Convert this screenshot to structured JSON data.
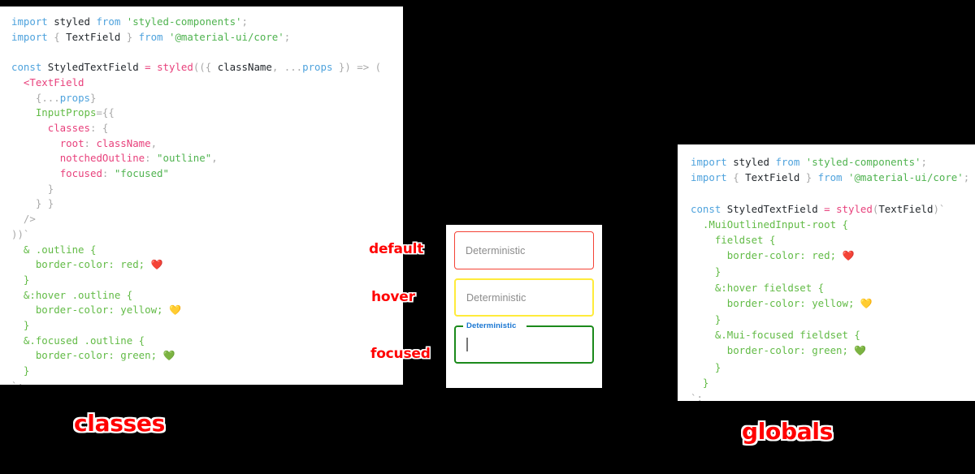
{
  "panels": {
    "classes": {
      "caption": "classes",
      "lines": [
        [
          {
            "t": "import ",
            "c": "kw"
          },
          {
            "t": "styled",
            "c": "id"
          },
          {
            "t": " from ",
            "c": "kw"
          },
          {
            "t": "'styled-components'",
            "c": "str"
          },
          {
            "t": ";",
            "c": "punc"
          }
        ],
        [
          {
            "t": "import ",
            "c": "kw"
          },
          {
            "t": "{",
            "c": "punc"
          },
          {
            "t": " TextField ",
            "c": "id"
          },
          {
            "t": "}",
            "c": "punc"
          },
          {
            "t": " from ",
            "c": "kw"
          },
          {
            "t": "'@material-ui/core'",
            "c": "str"
          },
          {
            "t": ";",
            "c": "punc"
          }
        ],
        [],
        [
          {
            "t": "const ",
            "c": "kw"
          },
          {
            "t": "StyledTextField",
            "c": "id"
          },
          {
            "t": " ",
            "c": "punc"
          },
          {
            "t": "=",
            "c": "op"
          },
          {
            "t": " ",
            "c": "punc"
          },
          {
            "t": "styled",
            "c": "fn"
          },
          {
            "t": "((",
            "c": "punc"
          },
          {
            "t": "{ ",
            "c": "punc"
          },
          {
            "t": "className",
            "c": "id"
          },
          {
            "t": ", ",
            "c": "punc"
          },
          {
            "t": "...",
            "c": "punc"
          },
          {
            "t": "props",
            "c": "prop"
          },
          {
            "t": " }) ",
            "c": "punc"
          },
          {
            "t": "=>",
            "c": "punc"
          },
          {
            "t": " (",
            "c": "punc"
          }
        ],
        [
          {
            "t": "  ",
            "c": "punc"
          },
          {
            "t": "<TextField",
            "c": "fn"
          }
        ],
        [
          {
            "t": "    ",
            "c": "punc"
          },
          {
            "t": "{",
            "c": "punc"
          },
          {
            "t": "...",
            "c": "punc"
          },
          {
            "t": "props",
            "c": "prop"
          },
          {
            "t": "}",
            "c": "punc"
          }
        ],
        [
          {
            "t": "    ",
            "c": "punc"
          },
          {
            "t": "InputProps",
            "c": "attr"
          },
          {
            "t": "=",
            "c": "punc"
          },
          {
            "t": "{{",
            "c": "punc"
          }
        ],
        [
          {
            "t": "      ",
            "c": "punc"
          },
          {
            "t": "classes",
            "c": "key"
          },
          {
            "t": ": ",
            "c": "punc"
          },
          {
            "t": "{",
            "c": "punc"
          }
        ],
        [
          {
            "t": "        ",
            "c": "punc"
          },
          {
            "t": "root",
            "c": "key"
          },
          {
            "t": ": ",
            "c": "punc"
          },
          {
            "t": "className",
            "c": "key"
          },
          {
            "t": ",",
            "c": "punc"
          }
        ],
        [
          {
            "t": "        ",
            "c": "punc"
          },
          {
            "t": "notchedOutline",
            "c": "key"
          },
          {
            "t": ": ",
            "c": "punc"
          },
          {
            "t": "\"outline\"",
            "c": "str"
          },
          {
            "t": ",",
            "c": "punc"
          }
        ],
        [
          {
            "t": "        ",
            "c": "punc"
          },
          {
            "t": "focused",
            "c": "key"
          },
          {
            "t": ": ",
            "c": "punc"
          },
          {
            "t": "\"focused\"",
            "c": "str"
          }
        ],
        [
          {
            "t": "      }",
            "c": "punc"
          }
        ],
        [
          {
            "t": "    } }",
            "c": "punc"
          }
        ],
        [
          {
            "t": "  />",
            "c": "punc"
          }
        ],
        [
          {
            "t": "))`",
            "c": "punc"
          }
        ],
        [
          {
            "t": "  & .outline {",
            "c": "css"
          }
        ],
        [
          {
            "t": "    border-color: red; ",
            "c": "css"
          },
          {
            "t": "❤️",
            "c": "emoji"
          }
        ],
        [
          {
            "t": "  }",
            "c": "css"
          }
        ],
        [
          {
            "t": "  &:hover .outline {",
            "c": "css"
          }
        ],
        [
          {
            "t": "    border-color: yellow; ",
            "c": "css"
          },
          {
            "t": "💛",
            "c": "emoji"
          }
        ],
        [
          {
            "t": "  }",
            "c": "css"
          }
        ],
        [
          {
            "t": "  &.focused .outline {",
            "c": "css"
          }
        ],
        [
          {
            "t": "    border-color: green; ",
            "c": "css"
          },
          {
            "t": "💚",
            "c": "emoji"
          }
        ],
        [
          {
            "t": "  }",
            "c": "css"
          }
        ],
        [
          {
            "t": "`;",
            "c": "punc"
          }
        ]
      ]
    },
    "globals": {
      "caption": "globals",
      "lines": [
        [
          {
            "t": "import ",
            "c": "kw"
          },
          {
            "t": "styled",
            "c": "id"
          },
          {
            "t": " from ",
            "c": "kw"
          },
          {
            "t": "'styled-components'",
            "c": "str"
          },
          {
            "t": ";",
            "c": "punc"
          }
        ],
        [
          {
            "t": "import ",
            "c": "kw"
          },
          {
            "t": "{",
            "c": "punc"
          },
          {
            "t": " TextField ",
            "c": "id"
          },
          {
            "t": "}",
            "c": "punc"
          },
          {
            "t": " from ",
            "c": "kw"
          },
          {
            "t": "'@material-ui/core'",
            "c": "str"
          },
          {
            "t": ";",
            "c": "punc"
          }
        ],
        [],
        [
          {
            "t": "const ",
            "c": "kw"
          },
          {
            "t": "StyledTextField",
            "c": "id"
          },
          {
            "t": " ",
            "c": "punc"
          },
          {
            "t": "=",
            "c": "op"
          },
          {
            "t": " ",
            "c": "punc"
          },
          {
            "t": "styled",
            "c": "fn"
          },
          {
            "t": "(",
            "c": "punc"
          },
          {
            "t": "TextField",
            "c": "id"
          },
          {
            "t": ")`",
            "c": "punc"
          }
        ],
        [
          {
            "t": "  .MuiOutlinedInput-root {",
            "c": "css"
          }
        ],
        [
          {
            "t": "    fieldset {",
            "c": "css"
          }
        ],
        [
          {
            "t": "      border-color: red; ",
            "c": "css"
          },
          {
            "t": "❤️",
            "c": "emoji"
          }
        ],
        [
          {
            "t": "    }",
            "c": "css"
          }
        ],
        [
          {
            "t": "    &:hover fieldset {",
            "c": "css"
          }
        ],
        [
          {
            "t": "      border-color: yellow; ",
            "c": "css"
          },
          {
            "t": "💛",
            "c": "emoji"
          }
        ],
        [
          {
            "t": "    }",
            "c": "css"
          }
        ],
        [
          {
            "t": "    &.Mui-focused fieldset {",
            "c": "css"
          }
        ],
        [
          {
            "t": "      border-color: green; ",
            "c": "css"
          },
          {
            "t": "💚",
            "c": "emoji"
          }
        ],
        [
          {
            "t": "    }",
            "c": "css"
          }
        ],
        [
          {
            "t": "  }",
            "c": "css"
          }
        ],
        [
          {
            "t": "`;",
            "c": "punc"
          }
        ]
      ]
    }
  },
  "demo": {
    "fields": [
      {
        "state": "default",
        "value": "Deterministic",
        "border_color": "#f44336"
      },
      {
        "state": "hover",
        "value": "Deterministic",
        "border_color": "#ffeb3b"
      },
      {
        "state": "focused",
        "label": "Deterministic",
        "value": "",
        "border_color": "#1b8a1b",
        "label_color": "#1976d2"
      }
    ]
  },
  "annotations": {
    "default": "default",
    "hover": "hover",
    "focused": "focused"
  },
  "colors": {
    "background": "#000000",
    "panel": "#ffffff",
    "annotation": "#ff0000",
    "red": "#f44336",
    "yellow": "#ffeb3b",
    "green": "#1b8a1b",
    "mui_blue": "#1976d2"
  }
}
